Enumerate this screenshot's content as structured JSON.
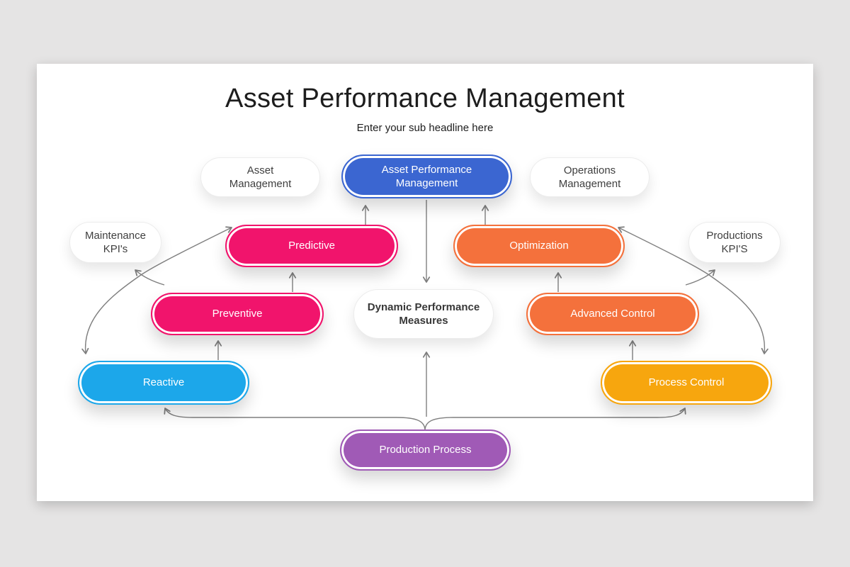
{
  "header": {
    "title": "Asset Performance Management",
    "subtitle": "Enter your sub headline here"
  },
  "nodes": {
    "asset_management": {
      "label": "Asset Management",
      "color": "#ffffff",
      "text_color": "#3f3f3f"
    },
    "asset_performance_management": {
      "label": "Asset Performance Management",
      "color": "#3b66d1",
      "text_color": "#ffffff"
    },
    "operations_management": {
      "label": "Operations Management",
      "color": "#ffffff",
      "text_color": "#3f3f3f"
    },
    "maintenance_kpis": {
      "label": "Maintenance KPI's",
      "color": "#ffffff",
      "text_color": "#3f3f3f"
    },
    "predictive": {
      "label": "Predictive",
      "color": "#f1146c",
      "text_color": "#ffffff"
    },
    "optimization": {
      "label": "Optimization",
      "color": "#f4713c",
      "text_color": "#ffffff"
    },
    "productions_kpis": {
      "label": "Productions KPI'S",
      "color": "#ffffff",
      "text_color": "#3f3f3f"
    },
    "preventive": {
      "label": "Preventive",
      "color": "#f1146c",
      "text_color": "#ffffff"
    },
    "dynamic_performance_measures": {
      "label": "Dynamic Performance Measures",
      "color": "#ffffff",
      "text_color": "#383838"
    },
    "advanced_control": {
      "label": "Advanced Control",
      "color": "#f4713c",
      "text_color": "#ffffff"
    },
    "reactive": {
      "label": "Reactive",
      "color": "#1ca7ea",
      "text_color": "#ffffff"
    },
    "process_control": {
      "label": "Process Control",
      "color": "#f7a60e",
      "text_color": "#ffffff"
    },
    "production_process": {
      "label": "Production Process",
      "color": "#a05ab6",
      "text_color": "#ffffff"
    }
  },
  "connectors": {
    "color": "#7f7f7f"
  },
  "page": {
    "background": "#e5e4e4",
    "slide_background": "#ffffff"
  }
}
